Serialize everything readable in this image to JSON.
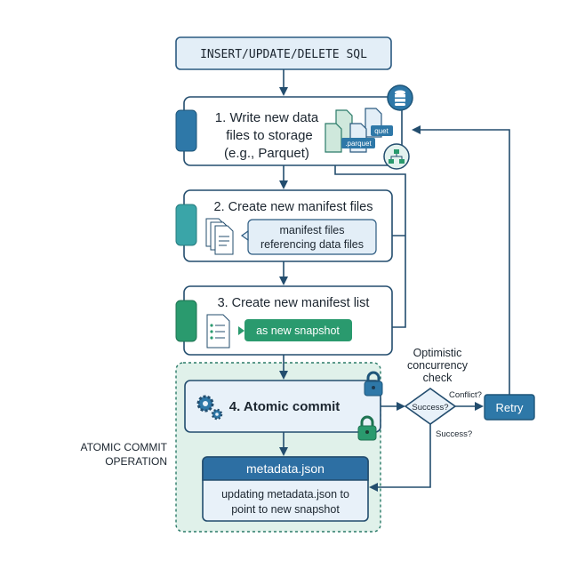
{
  "sql_box": {
    "label": "INSERT/UPDATE/DELETE SQL"
  },
  "step1": {
    "line1": "1. Write new data",
    "line2": "files to storage",
    "line3": "(e.g., Parquet)",
    "file_tag1": ".parquet",
    "file_tag2": "quet"
  },
  "step2": {
    "title": "2. Create new manifest files",
    "callout_line1": "manifest files",
    "callout_line2": "referencing data files"
  },
  "step3": {
    "title": "3. Create new manifest list",
    "pill": "as new snapshot"
  },
  "step4": {
    "title": "4. Atomic commit"
  },
  "atomic_region": {
    "line1": "ATOMIC COMMIT",
    "line2": "OPERATION"
  },
  "metadata": {
    "header": "metadata.json",
    "line1": "updating metadata.json to",
    "line2": "point to new snapshot"
  },
  "check": {
    "line1": "Optimistic",
    "line2": "concurrency",
    "line3": "check",
    "diamond": "Success?",
    "conflict": "Conflict?",
    "success": "Success?"
  },
  "retry": {
    "label": "Retry"
  },
  "colors": {
    "blue": "#2e78a8",
    "teal": "#3aa5a8",
    "green": "#2a9a6e",
    "navy": "#234d6e",
    "region": "#e0f1ea"
  }
}
